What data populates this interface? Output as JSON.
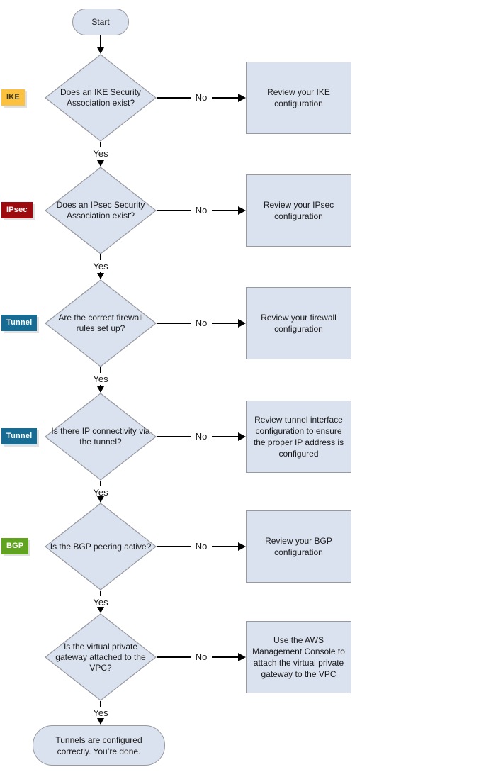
{
  "diagram": {
    "start": {
      "label": "Start"
    },
    "end": {
      "label": "Tunnels are configured correctly. You’re done."
    },
    "branch_labels": {
      "yes": "Yes",
      "no": "No"
    },
    "steps": [
      {
        "badge": "IKE",
        "badge_bg": "#fcc13f",
        "badge_fg": "#3c3b25",
        "question": "Does an IKE Security Association exist?",
        "action": "Review your IKE configuration"
      },
      {
        "badge": "IPsec",
        "badge_bg": "#9e0b0f",
        "badge_fg": "#ffffff",
        "question": "Does an IPsec Security Association exist?",
        "action": "Review your IPsec configuration"
      },
      {
        "badge": "Tunnel",
        "badge_bg": "#186c93",
        "badge_fg": "#ffffff",
        "question": "Are the correct firewall rules set up?",
        "action": "Review your firewall configuration"
      },
      {
        "badge": "Tunnel",
        "badge_bg": "#186c93",
        "badge_fg": "#ffffff",
        "question": "Is there IP connectivity via the tunnel?",
        "action": "Review tunnel interface configuration to ensure the proper IP address is configured"
      },
      {
        "badge": "BGP",
        "badge_bg": "#5fa321",
        "badge_fg": "#ffffff",
        "question": "Is the BGP peering active?",
        "action": "Review your BGP configuration"
      },
      {
        "badge": null,
        "question": "Is the virtual private gateway attached to the VPC?",
        "action": "Use the AWS Management Console to attach the virtual private gateway to the VPC"
      }
    ],
    "icons": {
      "arrowhead_down": "solid triangle pointing down",
      "arrowhead_right": "solid triangle pointing right"
    },
    "colors": {
      "shape_fill": "#dbe2ef",
      "shape_border": "#97999f",
      "connector": "#000000",
      "text": "#1a1a1a"
    }
  }
}
